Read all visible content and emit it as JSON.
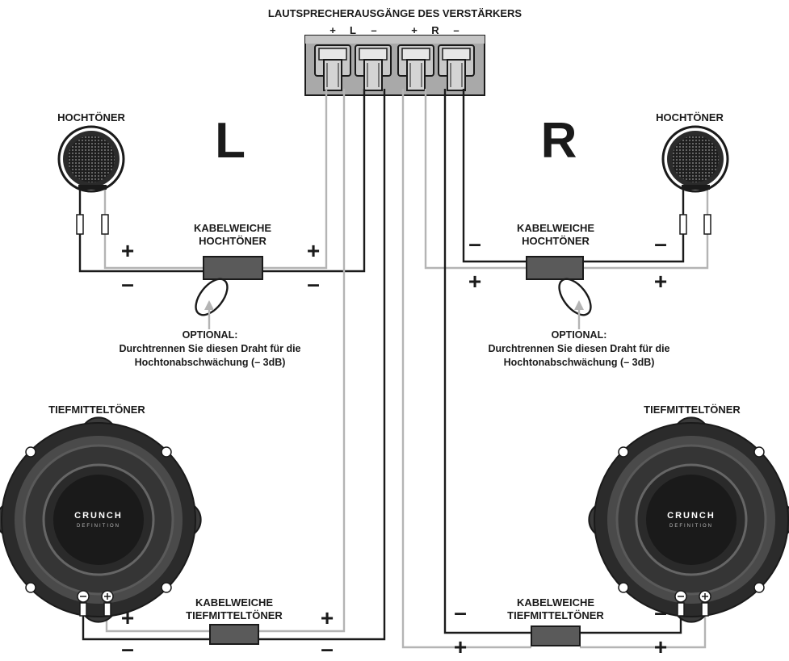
{
  "amp": {
    "title": "LAUTSPRECHERAUSGÄNGE DES VERSTÄRKERS",
    "terminals": [
      "+",
      "L",
      "–",
      "+",
      "R",
      "–"
    ]
  },
  "channels": {
    "left": "L",
    "right": "R"
  },
  "tweeter_label": "HOCHTÖNER",
  "woofer_label": "TIEFMITTELTÖNER",
  "crossover_tweeter": [
    "KABELWEICHE",
    "HOCHTÖNER"
  ],
  "crossover_woofer": [
    "KABELWEICHE",
    "TIEFMITTELTÖNER"
  ],
  "optional_note": {
    "title": "OPTIONAL:",
    "line1": "Durchtrennen Sie diesen Draht für die",
    "line2": "Hochtonabschwächung (– 3dB)"
  },
  "brand": {
    "name": "CRUNCH",
    "sub": "DEFINITION"
  },
  "signs": {
    "plus": "+",
    "minus": "–"
  },
  "colors": {
    "black_wire": "#1a1a1a",
    "gray_wire": "#b4b4b4",
    "terminal_block": "#a9a9a9",
    "speaker_dark": "#2b2b2b"
  }
}
